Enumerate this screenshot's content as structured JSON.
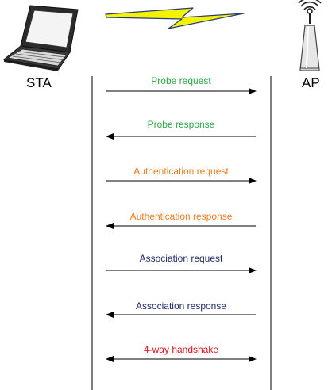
{
  "endpoints": {
    "sta": {
      "label": "STA"
    },
    "ap": {
      "label": "AP"
    }
  },
  "icons": {
    "laptop": "laptop-icon",
    "lightning": "lightning-bolt-icon",
    "antenna": "wireless-antenna-icon"
  },
  "colors": {
    "probe": "#2eaa45",
    "authentication": "#ef7d22",
    "association": "#1f2a6b",
    "handshake": "#e8101a",
    "bolt_fill": "#f3f300",
    "lines": "#000000"
  },
  "messages": [
    {
      "label": "Probe request",
      "direction": "to-ap",
      "color": "#2eaa45"
    },
    {
      "label": "Probe response",
      "direction": "to-sta",
      "color": "#2eaa45"
    },
    {
      "label": "Authentication request",
      "direction": "to-ap",
      "color": "#ef7d22"
    },
    {
      "label": "Authentication response",
      "direction": "to-sta",
      "color": "#ef7d22"
    },
    {
      "label": "Association request",
      "direction": "to-ap",
      "color": "#1f2a6b"
    },
    {
      "label": "Association response",
      "direction": "to-sta",
      "color": "#1f2a6b"
    },
    {
      "label": "4-way handshake",
      "direction": "both",
      "color": "#e8101a"
    }
  ]
}
